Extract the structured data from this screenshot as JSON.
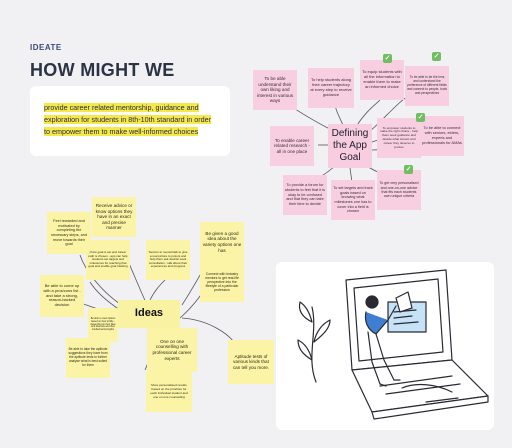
{
  "header": {
    "eyebrow": "IDEATE",
    "title": "HOW MIGHT WE"
  },
  "statement": "provide career related mentorship, guidance and exploration for students in 8th-10th standard in order to empower them to make well-informed choices",
  "app_goal": {
    "center": "Defining the App Goal",
    "notes": [
      "To be able understand their own liking and interest in various ways",
      "To help students along their career trajectory at every step to receive guidance",
      "To equip students with all the information to enable them to make an informed choice",
      "To be able to be the lens and understand the preference of different fields and connect to people, tools and perspectives",
      "To enable career related research - all in one place",
      "To empower students to make the right choice - help them seek guidance and decide what stream and career they deserve to pursue",
      "To be able to connect with seniors, elders, experts and professionals for AMAs",
      "To provide a forum for students to feel that it is okay to be confused and that they can take their time to decide",
      "To set targets and track goals based on knowing what milestones one has to cover into a field is chosen",
      "To get very personalised and one-on-one advice that fits each students own unique criteria"
    ]
  },
  "ideas": {
    "center": "Ideas",
    "notes": [
      "Receive advice or know options they have in an exact and precise manner",
      "Feel rewarded and motivated by completing the necessary steps, and move towards their goal",
      "Once goal is set and career path is chosen - app can help students set targets and milestones for reaching that goal and enable goal tracking",
      "Seniors to mentor/talk to give a real picture to juniors and help them ask doubts/ seek consultation - talk about their experiences and progress",
      "Be given a good idea about the variety options one has",
      "Be able to come up with a pros/cons list - and take a strong, reason-backed decision",
      "Be able to view options based on their profile - depending on their likes and interests and their intellectual strengths",
      "Connect with industry mentors to get real-life perspective into the lifestyle of a particular profession",
      "Be able to take the aptitude suggestions they have from the aptitude tests to further analyse what is best suited for them",
      "One on one counselling with professional career experts",
      "Aptitude tests of various kinds that can tell you more.",
      "More personalised results based on the priorities for each individual student and one on one counselling"
    ]
  },
  "colors": {
    "pink": "#f7cfe0",
    "yellow": "#fbf4a6",
    "highlight": "#f4e94a",
    "check": "#6fbf5f"
  },
  "icons": {
    "check": "✓"
  }
}
